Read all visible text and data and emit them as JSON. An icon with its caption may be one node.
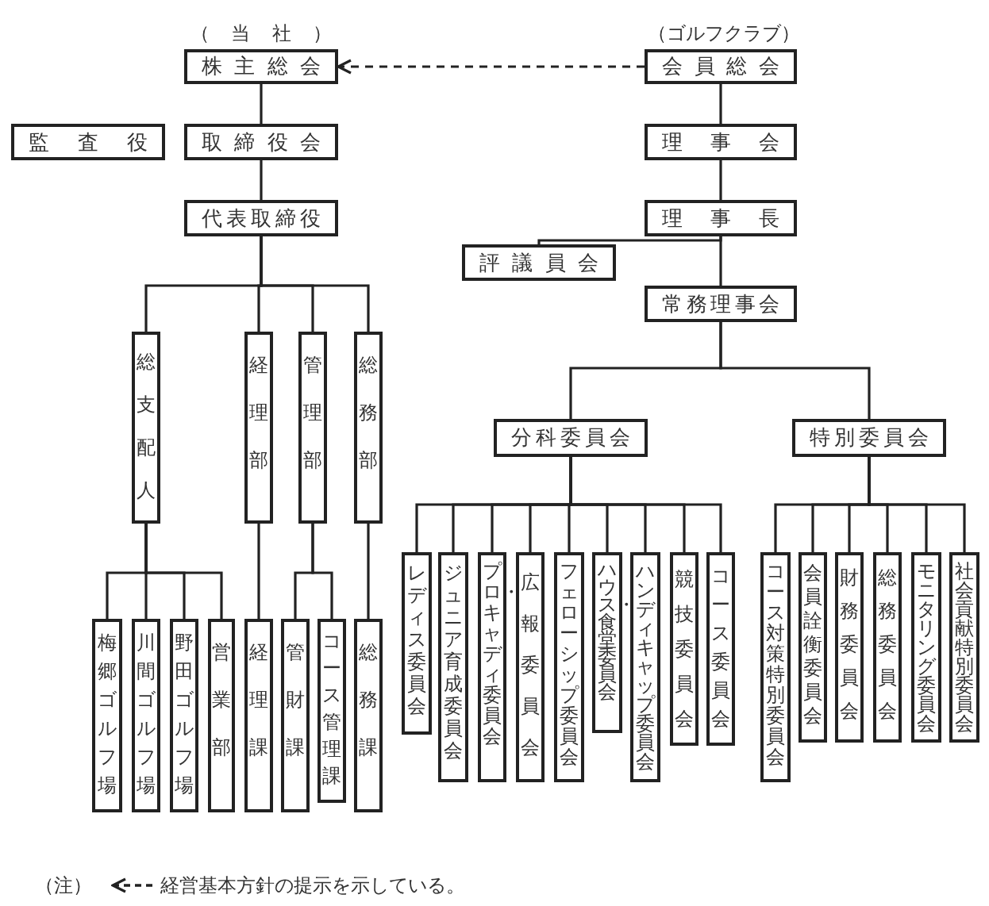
{
  "diagram": {
    "nodes": [
      {
        "text": [
          "（当社）",
          "株主総会"
        ]
      },
      {
        "text": [
          "監査役"
        ]
      },
      {
        "text": [
          "取締役会"
        ]
      },
      {
        "text": [
          "代表取締役"
        ]
      },
      {
        "text": [
          "総支配人"
        ]
      },
      {
        "text": [
          "経理部"
        ]
      },
      {
        "text": [
          "管理部"
        ]
      },
      {
        "text": [
          "総務部"
        ]
      },
      {
        "text": [
          "梅郷ゴルフ場"
        ]
      },
      {
        "text": [
          "川間ゴルフ場"
        ]
      },
      {
        "text": [
          "野田ゴルフ場"
        ]
      },
      {
        "text": [
          "営業部"
        ]
      },
      {
        "text": [
          "経理課"
        ]
      },
      {
        "text": [
          "管財課"
        ]
      },
      {
        "text": [
          "コース管理課"
        ]
      },
      {
        "text": [
          "総務課"
        ]
      },
      {
        "text": [
          "（ゴルフクラブ）",
          "会員総会"
        ]
      },
      {
        "text": [
          "理事会"
        ]
      },
      {
        "text": [
          "理事長"
        ]
      },
      {
        "text": [
          "評議員会"
        ]
      },
      {
        "text": [
          "常務理事会"
        ]
      },
      {
        "text": [
          "分科委員会"
        ]
      },
      {
        "text": [
          "特別委員会"
        ]
      },
      {
        "text": [
          "レディス委員会"
        ]
      },
      {
        "text": [
          "ジュニア育成委員会"
        ]
      },
      {
        "text": [
          "プロ・キャディ委員会"
        ]
      },
      {
        "text": [
          "広報委員会"
        ]
      },
      {
        "text": [
          "フェローシップ委員会"
        ]
      },
      {
        "text": [
          "ハウス・食堂委員会"
        ]
      },
      {
        "text": [
          "ハンディキャップ委員会"
        ]
      },
      {
        "text": [
          "競技委員会"
        ]
      },
      {
        "text": [
          "コース委員会"
        ]
      },
      {
        "text": [
          "コース対策特別委員会"
        ]
      },
      {
        "text": [
          "会員詮衡委員会"
        ]
      },
      {
        "text": [
          "財務委員会"
        ]
      },
      {
        "text": [
          "総務委員会"
        ]
      },
      {
        "text": [
          "モニタリング委員会"
        ]
      },
      {
        "text": [
          "社会貢献特別委員会"
        ]
      }
    ],
    "edges": [
      {
        "from": 16,
        "to": 0,
        "arrow": "to",
        "style": "dashed"
      },
      {
        "from": 0,
        "to": 2,
        "arrow": "none"
      },
      {
        "from": 2,
        "to": 3,
        "arrow": "none"
      },
      {
        "from": 3,
        "to": 4,
        "arrow": "none"
      },
      {
        "from": 3,
        "to": 5,
        "arrow": "none"
      },
      {
        "from": 3,
        "to": 6,
        "arrow": "none"
      },
      {
        "from": 3,
        "to": 7,
        "arrow": "none"
      },
      {
        "from": 4,
        "to": 8,
        "arrow": "none"
      },
      {
        "from": 4,
        "to": 9,
        "arrow": "none"
      },
      {
        "from": 4,
        "to": 10,
        "arrow": "none"
      },
      {
        "from": 4,
        "to": 11,
        "arrow": "none"
      },
      {
        "from": 5,
        "to": 12,
        "arrow": "none"
      },
      {
        "from": 6,
        "to": 13,
        "arrow": "none"
      },
      {
        "from": 6,
        "to": 14,
        "arrow": "none"
      },
      {
        "from": 7,
        "to": 15,
        "arrow": "none"
      },
      {
        "from": 16,
        "to": 17,
        "arrow": "none"
      },
      {
        "from": 17,
        "to": 18,
        "arrow": "none"
      },
      {
        "from": 18,
        "to": 19,
        "arrow": "none"
      },
      {
        "from": 18,
        "to": 20,
        "arrow": "none"
      },
      {
        "from": 20,
        "to": 21,
        "arrow": "none"
      },
      {
        "from": 20,
        "to": 22,
        "arrow": "none"
      },
      {
        "from": 21,
        "to": 23,
        "arrow": "none"
      },
      {
        "from": 21,
        "to": 24,
        "arrow": "none"
      },
      {
        "from": 21,
        "to": 25,
        "arrow": "none"
      },
      {
        "from": 21,
        "to": 26,
        "arrow": "none"
      },
      {
        "from": 21,
        "to": 27,
        "arrow": "none"
      },
      {
        "from": 21,
        "to": 28,
        "arrow": "none"
      },
      {
        "from": 21,
        "to": 29,
        "arrow": "none"
      },
      {
        "from": 21,
        "to": 30,
        "arrow": "none"
      },
      {
        "from": 21,
        "to": 31,
        "arrow": "none"
      },
      {
        "from": 22,
        "to": 32,
        "arrow": "none"
      },
      {
        "from": 22,
        "to": 33,
        "arrow": "none"
      },
      {
        "from": 22,
        "to": 34,
        "arrow": "none"
      },
      {
        "from": 22,
        "to": 35,
        "arrow": "none"
      },
      {
        "from": 22,
        "to": 36,
        "arrow": "none"
      },
      {
        "from": 22,
        "to": 37,
        "arrow": "none"
      }
    ],
    "labels": [
      "（注）"
    ],
    "legend": [
      {
        "text": "経営基本方針の提示を示している。"
      }
    ]
  }
}
